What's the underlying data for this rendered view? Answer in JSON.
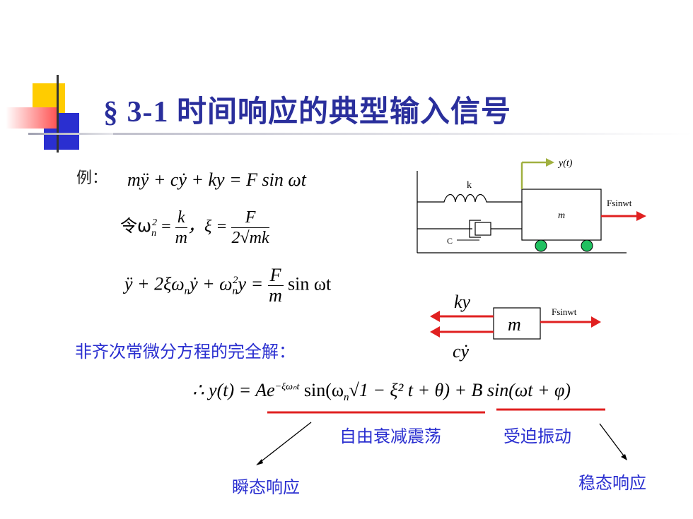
{
  "slide": {
    "title": "§ 3-1  时间响应的典型输入信号",
    "example_label": "例：",
    "eq1": "mÿ + cẏ + ky = F sin ωt",
    "eq2_prefix": "令ω",
    "eq2_sub": "n",
    "eq2_sup": "2",
    "eq2_eq": " = ",
    "eq2_k": "k",
    "eq2_m": "m",
    "eq2_sep": "，ξ = ",
    "eq2_F": "F",
    "eq2_den": "2√mk",
    "eq3_left": "ÿ + 2ξω",
    "eq3_sub1": "n",
    "eq3_mid": "ẏ + ω",
    "eq3_sub2": "n",
    "eq3_sup2": "2",
    "eq3_y": "y = ",
    "eq3_F": "F",
    "eq3_m": "m",
    "eq3_sin": "sin ωt",
    "solution_caption": "非齐次常微分方程的完全解：",
    "solution_eq": "∴ y(t) = Ae",
    "solution_exp": "−ξωₙt",
    "solution_rest": " sin(ω",
    "solution_sub": "n",
    "solution_sqrt": "√1 − ξ² t + θ) + B sin(ωt + φ)",
    "free_label": "自由衰减震荡",
    "forced_label": "受迫振动",
    "transient_label": "瞬态响应",
    "steady_label": "稳态响应"
  },
  "diagram": {
    "y_label": "y(t)",
    "k_label": "k",
    "c_label": "C",
    "m_label": "m",
    "force_label": "Fsinwt"
  },
  "fbd": {
    "ky_label": "ky",
    "cy_label": "cẏ",
    "m_label": "m",
    "force_label": "Fsinwt"
  },
  "colors": {
    "title": "#2a2f9c",
    "text_blue": "#2a2fd0",
    "red": "#e02020",
    "green": "#20c060",
    "olive": "#a0b040",
    "deco_yellow": "#ffcc00",
    "deco_blue": "#2a2fd0",
    "deco_red": "#ff5050"
  }
}
